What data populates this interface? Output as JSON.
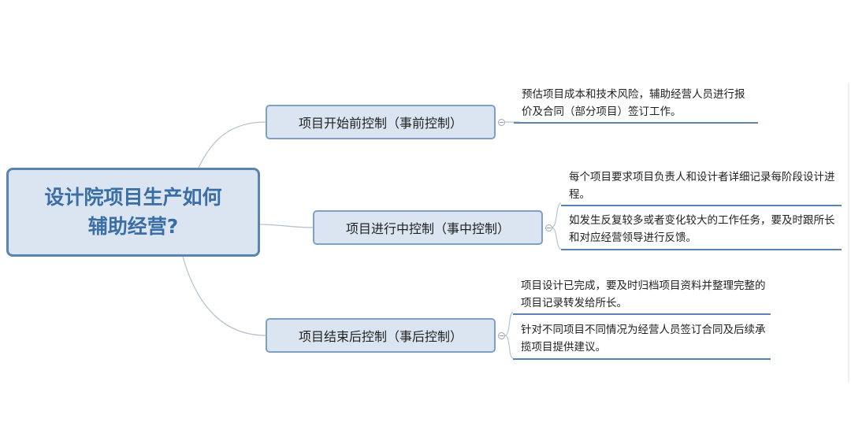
{
  "root": {
    "line1": "设计院项目生产如何",
    "line2": "辅助经营?"
  },
  "branches": [
    {
      "label": "项目开始前控制（事前控制）",
      "leaves": [
        "预估项目成本和技术风险，辅助经营人员进行报价及合同（部分项目）签订工作。"
      ]
    },
    {
      "label": "项目进行中控制（事中控制）",
      "leaves": [
        "每个项目要求项目负责人和设计者详细记录每阶段设计进程。",
        "如发生反复较多或者变化较大的工作任务，要及时跟所长和对应经营领导进行反馈。"
      ]
    },
    {
      "label": "项目结束后控制（事后控制）",
      "leaves": [
        "项目设计已完成，要及时归档项目资料并整理完整的项目记录转发给所长。",
        "针对不同项目不同情况为经营人员签订合同及后续承揽项目提供建议。"
      ]
    }
  ],
  "colors": {
    "node_fill": "#dbe5f1",
    "root_border": "#5b84b1",
    "root_text": "#3a6ea5",
    "leaf_underline": "#5b84b1",
    "connector": "#b7c3d0"
  }
}
